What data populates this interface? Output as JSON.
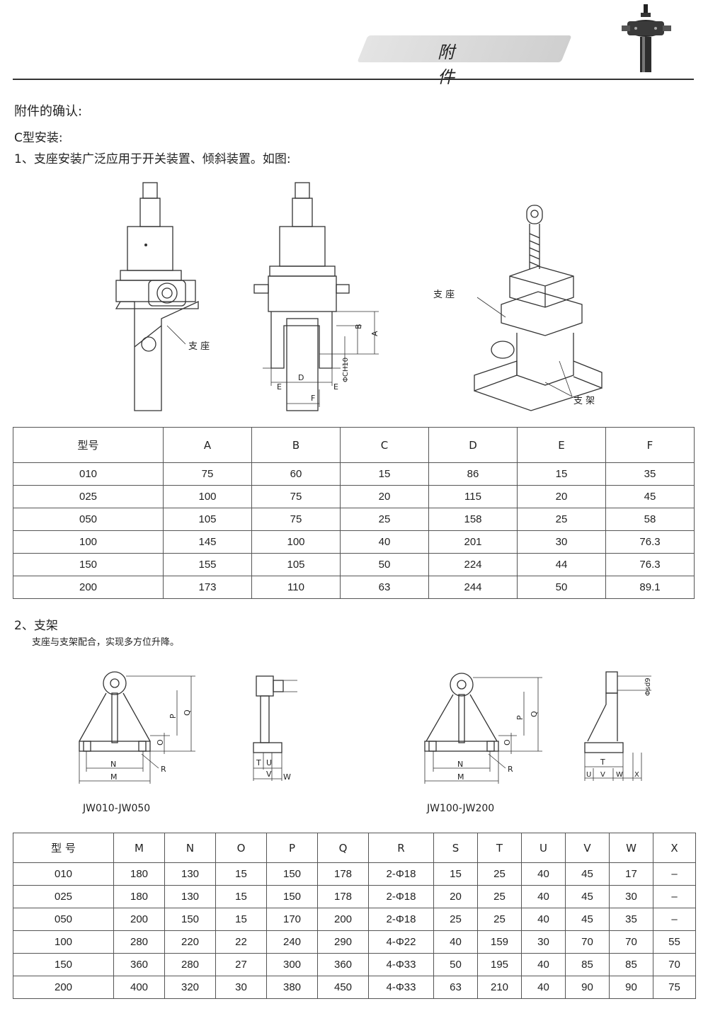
{
  "header": {
    "title": "附 件"
  },
  "intro": {
    "heading": "附件的确认:",
    "type_c": "C型安装:",
    "item1": "1、支座安装广泛应用于开关装置、倾斜装置。如图:"
  },
  "fig1": {
    "support_label_left": "支 座",
    "support_label_right": "支 座",
    "bracket_label": "支 架",
    "dim_a": "A",
    "dim_b": "B",
    "dim_c": "ΦCH10",
    "dim_d": "D",
    "dim_e": "E",
    "dim_f": "F"
  },
  "table1": {
    "headers": [
      "型号",
      "A",
      "B",
      "C",
      "D",
      "E",
      "F"
    ],
    "rows": [
      [
        "010",
        "75",
        "60",
        "15",
        "86",
        "15",
        "35"
      ],
      [
        "025",
        "100",
        "75",
        "20",
        "115",
        "20",
        "45"
      ],
      [
        "050",
        "105",
        "75",
        "25",
        "158",
        "25",
        "58"
      ],
      [
        "100",
        "145",
        "100",
        "40",
        "201",
        "30",
        "76.3"
      ],
      [
        "150",
        "155",
        "105",
        "50",
        "224",
        "44",
        "76.3"
      ],
      [
        "200",
        "173",
        "110",
        "63",
        "244",
        "50",
        "89.1"
      ]
    ]
  },
  "section2": {
    "title": "2、支架",
    "subtitle": "支座与支架配合，实现多方位升降。"
  },
  "fig2": {
    "caption_left": "JW010-JW050",
    "caption_right": "JW100-JW200",
    "dim_m": "M",
    "dim_n": "N",
    "dim_o": "O",
    "dim_p": "P",
    "dim_q": "Q",
    "dim_r": "R",
    "dim_s": "Φsd9",
    "dim_t": "T",
    "dim_u": "U",
    "dim_v": "V",
    "dim_w": "W",
    "dim_x": "X"
  },
  "table2": {
    "headers": [
      "型 号",
      "M",
      "N",
      "O",
      "P",
      "Q",
      "R",
      "S",
      "T",
      "U",
      "V",
      "W",
      "X"
    ],
    "rows": [
      [
        "010",
        "180",
        "130",
        "15",
        "150",
        "178",
        "2-Φ18",
        "15",
        "25",
        "40",
        "45",
        "17",
        "–"
      ],
      [
        "025",
        "180",
        "130",
        "15",
        "150",
        "178",
        "2-Φ18",
        "20",
        "25",
        "40",
        "45",
        "30",
        "–"
      ],
      [
        "050",
        "200",
        "150",
        "15",
        "170",
        "200",
        "2-Φ18",
        "25",
        "25",
        "40",
        "45",
        "35",
        "–"
      ],
      [
        "100",
        "280",
        "220",
        "22",
        "240",
        "290",
        "4-Φ22",
        "40",
        "159",
        "30",
        "70",
        "70",
        "55"
      ],
      [
        "150",
        "360",
        "280",
        "27",
        "300",
        "360",
        "4-Φ33",
        "50",
        "195",
        "40",
        "85",
        "85",
        "70"
      ],
      [
        "200",
        "400",
        "320",
        "30",
        "380",
        "450",
        "4-Φ33",
        "63",
        "210",
        "40",
        "90",
        "90",
        "75"
      ]
    ]
  }
}
